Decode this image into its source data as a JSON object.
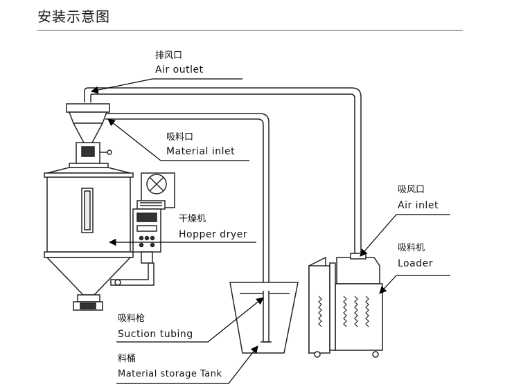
{
  "title": "安装示意图",
  "labels": {
    "air_outlet": {
      "zh": "排风口",
      "en": "Air outlet"
    },
    "material_inlet": {
      "zh": "吸料口",
      "en": "Material inlet"
    },
    "hopper_dryer": {
      "zh": "干燥机",
      "en": "Hopper dryer"
    },
    "air_inlet": {
      "zh": "吸风口",
      "en": "Air inlet"
    },
    "loader": {
      "zh": "吸料机",
      "en": "Loader"
    },
    "suction_tubing": {
      "zh": "吸料枪",
      "en": "Suction tubing"
    },
    "storage_tank": {
      "zh": "料桶",
      "en": "Material storage Tank"
    }
  }
}
